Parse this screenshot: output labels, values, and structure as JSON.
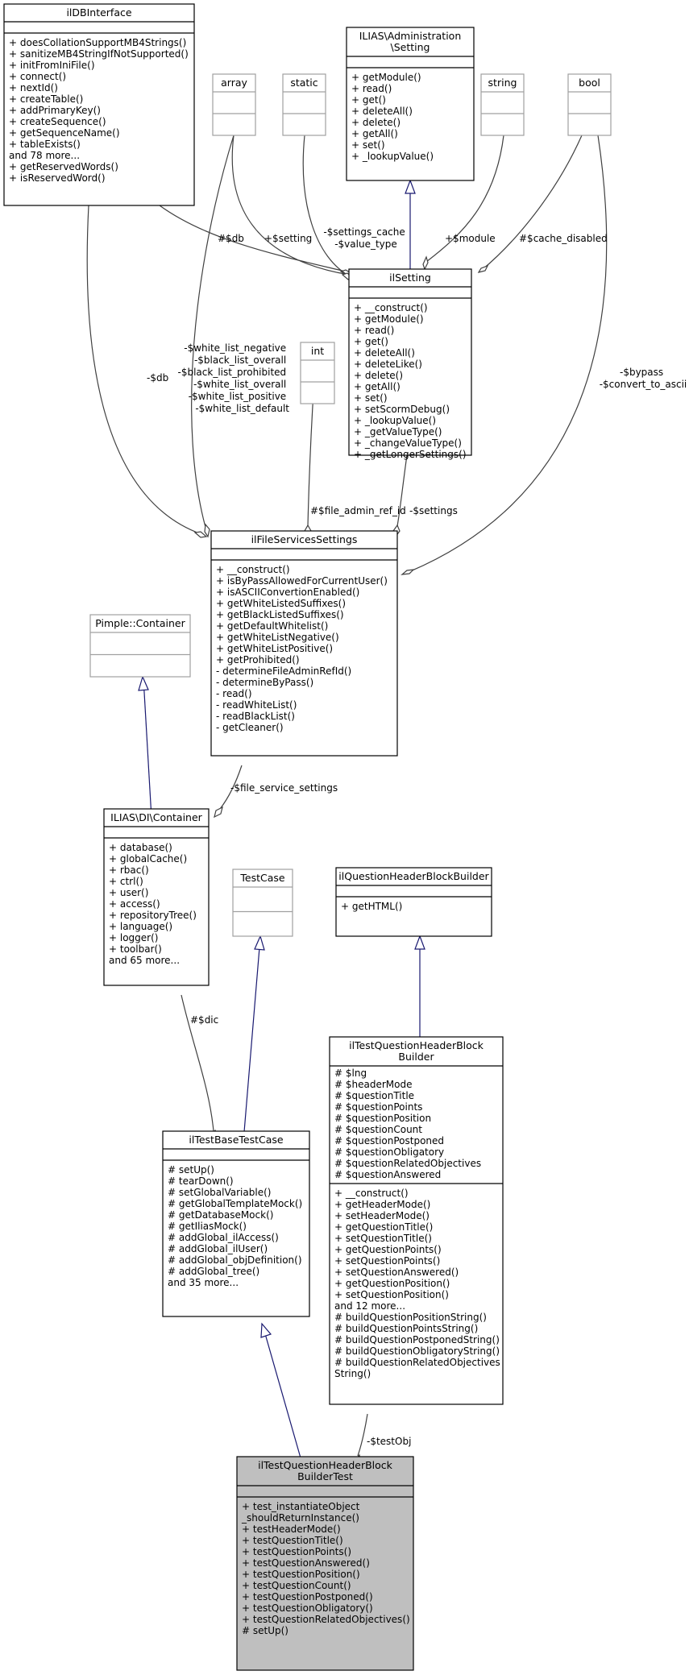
{
  "classes": {
    "ildbinterface": {
      "title": [
        "ilDBInterface"
      ],
      "attributes": [],
      "methods": [
        "+ doesCollationSupportMB4Strings()",
        "+ sanitizeMB4StringIfNotSupported()",
        "+ initFromIniFile()",
        "+ connect()",
        "+ nextId()",
        "+ createTable()",
        "+ addPrimaryKey()",
        "+ createSequence()",
        "+ getSequenceName()",
        "+ tableExists()",
        "and 78 more...",
        "+ getReservedWords()",
        "+ isReservedWord()"
      ]
    },
    "array": {
      "title": [
        "array"
      ],
      "attributes": [],
      "methods": []
    },
    "static": {
      "title": [
        "static"
      ],
      "attributes": [],
      "methods": []
    },
    "admin_setting": {
      "title": [
        "ILIAS\\Administration",
        "\\Setting"
      ],
      "attributes": [],
      "methods": [
        "+ getModule()",
        "+ read()",
        "+ get()",
        "+ deleteAll()",
        "+ delete()",
        "+ getAll()",
        "+ set()",
        "+ _lookupValue()"
      ]
    },
    "string": {
      "title": [
        "string"
      ],
      "attributes": [],
      "methods": []
    },
    "bool": {
      "title": [
        "bool"
      ],
      "attributes": [],
      "methods": []
    },
    "ilsetting": {
      "title": [
        "ilSetting"
      ],
      "attributes": [],
      "methods": [
        "+ __construct()",
        "+ getModule()",
        "+ read()",
        "+ get()",
        "+ deleteAll()",
        "+ deleteLike()",
        "+ delete()",
        "+ getAll()",
        "+ set()",
        "+ setScormDebug()",
        "+ _lookupValue()",
        "+ _getValueType()",
        "+ _changeValueType()",
        "+ _getLongerSettings()"
      ]
    },
    "int": {
      "title": [
        "int"
      ],
      "attributes": [],
      "methods": []
    },
    "filesvc": {
      "title": [
        "ilFileServicesSettings"
      ],
      "attributes": [],
      "methods": [
        "+ __construct()",
        "+ isByPassAllowedForCurrentUser()",
        "+ isASCIIConvertionEnabled()",
        "+ getWhiteListedSuffixes()",
        "+ getBlackListedSuffixes()",
        "+ getDefaultWhitelist()",
        "+ getWhiteListNegative()",
        "+ getWhiteListPositive()",
        "+ getProhibited()",
        "- determineFileAdminRefId()",
        "- determineByPass()",
        "- read()",
        "- readWhiteList()",
        "- readBlackList()",
        "- getCleaner()"
      ]
    },
    "pimple": {
      "title": [
        "Pimple::Container"
      ],
      "attributes": [],
      "methods": []
    },
    "dic": {
      "title": [
        "ILIAS\\DI\\Container"
      ],
      "attributes": [],
      "methods": [
        "+ database()",
        "+ globalCache()",
        "+ rbac()",
        "+ ctrl()",
        "+ user()",
        "+ access()",
        "+ repositoryTree()",
        "+ language()",
        "+ logger()",
        "+ toolbar()",
        "and 65 more..."
      ]
    },
    "testcase": {
      "title": [
        "TestCase"
      ],
      "attributes": [],
      "methods": []
    },
    "qhbb": {
      "title": [
        "ilQuestionHeaderBlockBuilder"
      ],
      "attributes": [],
      "methods": [
        "+ getHTML()"
      ]
    },
    "tqhbb": {
      "title": [
        "ilTestQuestionHeaderBlock",
        "Builder"
      ],
      "attributes": [
        "# $lng",
        "# $headerMode",
        "# $questionTitle",
        "# $questionPoints",
        "# $questionPosition",
        "# $questionCount",
        "# $questionPostponed",
        "# $questionObligatory",
        "# $questionRelatedObjectives",
        "# $questionAnswered"
      ],
      "methods": [
        "+ __construct()",
        "+ getHeaderMode()",
        "+ setHeaderMode()",
        "+ getQuestionTitle()",
        "+ setQuestionTitle()",
        "+ getQuestionPoints()",
        "+ setQuestionPoints()",
        "+ setQuestionAnswered()",
        "+ getQuestionPosition()",
        "+ setQuestionPosition()",
        "and 12 more...",
        "# buildQuestionPositionString()",
        "# buildQuestionPointsString()",
        "# buildQuestionPostponedString()",
        "# buildQuestionObligatoryString()",
        "# buildQuestionRelatedObjectives",
        "String()"
      ]
    },
    "basetest": {
      "title": [
        "ilTestBaseTestCase"
      ],
      "attributes": [],
      "methods": [
        "# setUp()",
        "# tearDown()",
        "# setGlobalVariable()",
        "# getGlobalTemplateMock()",
        "# getDatabaseMock()",
        "# getIliasMock()",
        "# addGlobal_ilAccess()",
        "# addGlobal_ilUser()",
        "# addGlobal_objDefinition()",
        "# addGlobal_tree()",
        "and 35 more..."
      ]
    },
    "target": {
      "title": [
        "ilTestQuestionHeaderBlock",
        "BuilderTest"
      ],
      "attributes": [],
      "methods": [
        "+ test_instantiateObject",
        "_shouldReturnInstance()",
        "+ testHeaderMode()",
        "+ testQuestionTitle()",
        "+ testQuestionPoints()",
        "+ testQuestionAnswered()",
        "+ testQuestionPosition()",
        "+ testQuestionCount()",
        "+ testQuestionPostponed()",
        "+ testQuestionObligatory()",
        "+ testQuestionRelatedObjectives()",
        "# setUp()"
      ]
    }
  },
  "edge_labels": {
    "db_setting": [
      "#$db"
    ],
    "setting": [
      "+$setting"
    ],
    "settings_cache": [
      "-$settings_cache",
      "-$value_type"
    ],
    "module": [
      "+$module"
    ],
    "cache_disabled": [
      "#$cache_disabled"
    ],
    "db_fss": [
      "-$db"
    ],
    "whitelists": [
      "-$white_list_negative",
      "-$black_list_overall",
      "-$black_list_prohibited",
      "-$white_list_overall",
      "-$white_list_positive",
      "-$white_list_default"
    ],
    "bypass": [
      "-$bypass",
      "-$convert_to_ascii"
    ],
    "file_admin_ref_id": [
      "#$file_admin_ref_id"
    ],
    "settings": [
      "-$settings"
    ],
    "file_service_settings": [
      "-$file_service_settings"
    ],
    "dic": [
      "#$dic"
    ],
    "testobj": [
      "-$testObj"
    ]
  },
  "colors": {
    "inheritance": "#191970",
    "association": "#404040",
    "external_border": "#a0a0a0",
    "focus_fill": "#bfbfbf"
  }
}
